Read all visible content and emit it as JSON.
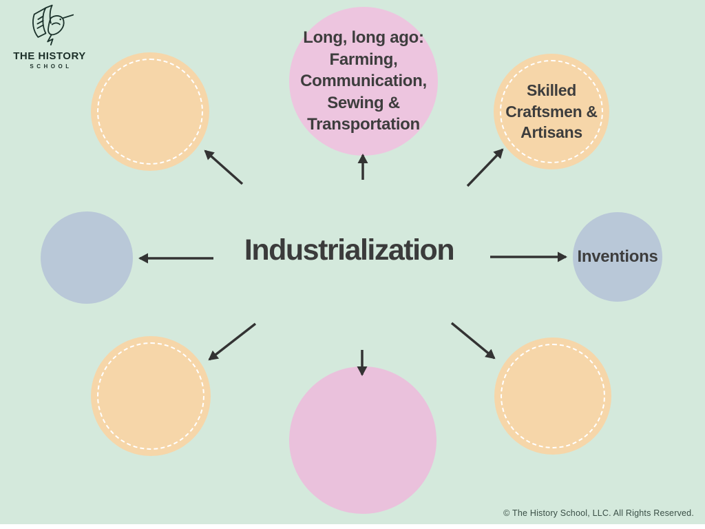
{
  "page": {
    "background_color": "#d4e9dc",
    "bottom_bar_color": "#ffffff"
  },
  "logo": {
    "name": "THE HISTORY",
    "subname": "SCHOOL",
    "color": "#1c2f29"
  },
  "title": {
    "text": "Industrialization",
    "color": "#3b3b3b"
  },
  "nodes": {
    "top_left": {
      "label": "",
      "fill": "#f6d6a9",
      "dashed": true
    },
    "top": {
      "label": "Long, long ago:\nFarming,\nCommunication,\nSewing &\nTransportation",
      "fill": "#edc5df",
      "dashed": false,
      "text_color": "#3d3d3d"
    },
    "top_right": {
      "label": "Skilled\nCraftsmen &\nArtisans",
      "fill": "#f6d6a9",
      "dashed": true,
      "text_color": "#3d3d3d"
    },
    "left": {
      "label": "",
      "fill": "#b9c8d8",
      "dashed": false
    },
    "right": {
      "label": "Inventions",
      "fill": "#b9c8d8",
      "dashed": false,
      "text_color": "#3d3d3d"
    },
    "bottom_left": {
      "label": "",
      "fill": "#f6d6a9",
      "dashed": true
    },
    "bottom": {
      "label": "",
      "fill": "#eac1dc",
      "dashed": false
    },
    "bottom_right": {
      "label": "",
      "fill": "#f6d6a9",
      "dashed": true
    }
  },
  "arrows": {
    "color": "#333333"
  },
  "footer": {
    "copyright": "© The History School, LLC. All Rights Reserved.",
    "color": "#3a4f46"
  }
}
